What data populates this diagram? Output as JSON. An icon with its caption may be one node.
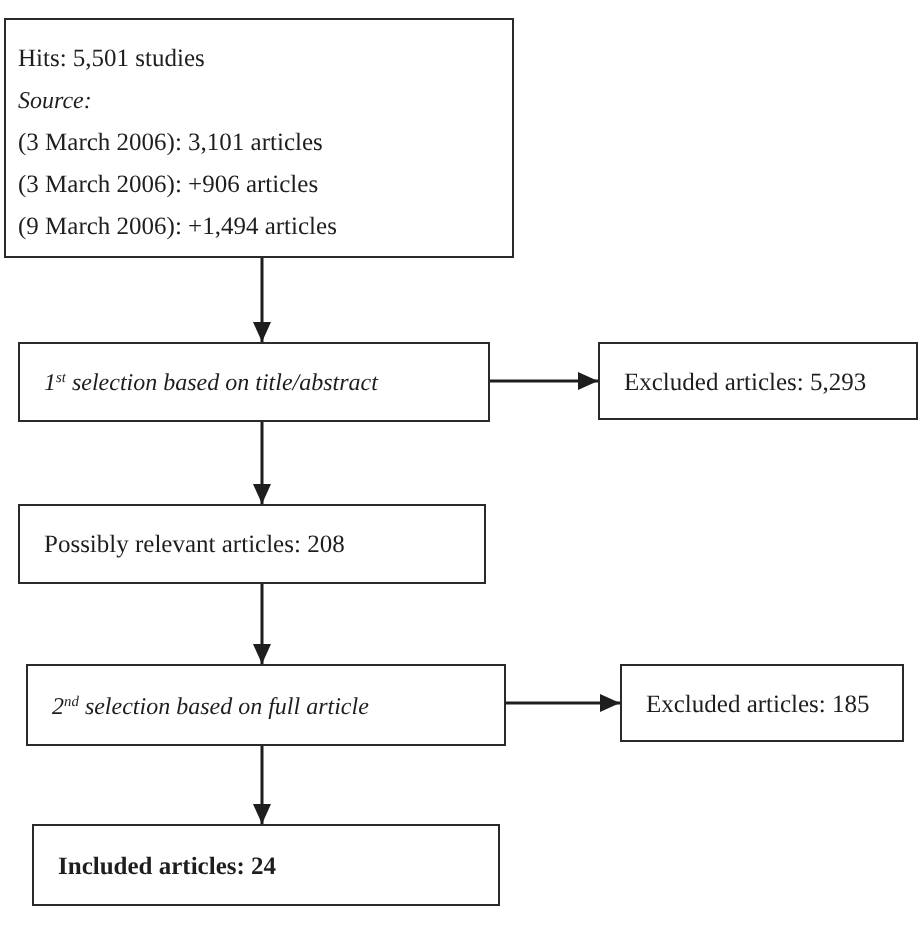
{
  "diagram": {
    "nodes": [
      {
        "text": [
          "Hits: 5,501 studies",
          "Source:",
          "(3 March 2006): 3,101 articles",
          "(3 March 2006): +906 articles",
          "(9 March 2006): +1,494 articles"
        ]
      },
      {
        "text": [
          "1$^{st}$ selection based on title/abstract"
        ]
      },
      {
        "text": [
          "Excluded articles: 5,293"
        ]
      },
      {
        "text": [
          "Possibly relevant articles: 208"
        ]
      },
      {
        "text": [
          "2$^{nd}$ selection based on full article"
        ]
      },
      {
        "text": [
          "Excluded articles: 185"
        ]
      },
      {
        "text": [
          "Included articles: 24"
        ]
      }
    ],
    "edges": [
      {
        "from": 0,
        "to": 1,
        "arrow": "to"
      },
      {
        "from": 1,
        "to": 2,
        "arrow": "to"
      },
      {
        "from": 1,
        "to": 3,
        "arrow": "to"
      },
      {
        "from": 3,
        "to": 4,
        "arrow": "to"
      },
      {
        "from": 4,
        "to": 5,
        "arrow": "to"
      },
      {
        "from": 4,
        "to": 6,
        "arrow": "to"
      }
    ]
  }
}
